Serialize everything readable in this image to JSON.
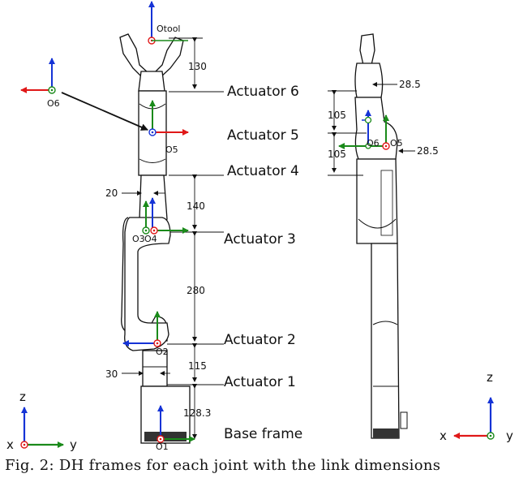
{
  "actuator_labels": [
    "Actuator 6",
    "Actuator 5",
    "Actuator 4",
    "Actuator 3",
    "Actuator 2",
    "Actuator 1",
    "Base frame"
  ],
  "dimensions_left": {
    "d130": "130",
    "d20": "20",
    "d140": "140",
    "d280": "280",
    "d115": "115",
    "d30": "30",
    "d1283": "128.3"
  },
  "dimensions_right": {
    "d285a": "28.5",
    "d105a": "105",
    "d105b": "105",
    "d285b": "28.5"
  },
  "frames": {
    "otool": "Otool",
    "o6": "O6",
    "o5": "O5",
    "o3": "O3",
    "o4": "O4",
    "o2": "O2",
    "o1": "O1",
    "o6r": "O6",
    "o5r": "O5"
  },
  "axes": {
    "x": "x",
    "y": "y",
    "z": "z"
  },
  "caption": "Fig. 2: DH frames for each joint with the link dimensions",
  "colors": {
    "z_axis": "#1533d6",
    "y_axis": "#1a8a1a",
    "x_axis": "#e01818",
    "line": "#111111"
  }
}
